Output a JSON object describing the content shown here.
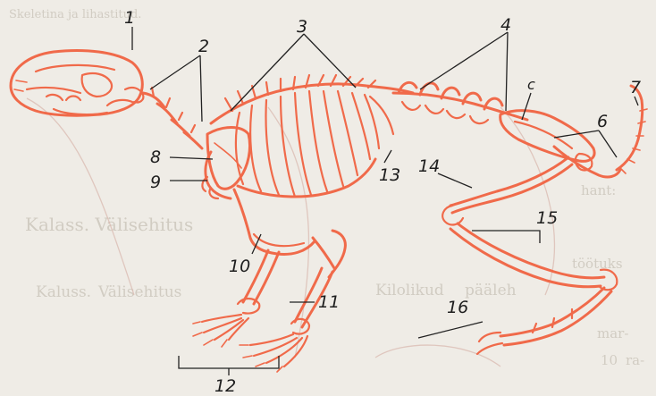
{
  "diagram": {
    "labels": {
      "n1": "1",
      "n2": "2",
      "n3": "3",
      "n4": "4",
      "n5": "c",
      "n6": "6",
      "n7": "7",
      "n8": "8",
      "n9": "9",
      "n10": "10",
      "n11": "11",
      "n12": "12",
      "n13": "13",
      "n14": "14",
      "n15": "15",
      "n16": "16"
    }
  },
  "show_through_text": {
    "top_line": "Skeletina ja lihastitud.",
    "heading": "Kalass. Välisehitus",
    "body_words": [
      "Kaluss.",
      "Välisehitus",
      "Kilolikud",
      "pääleh",
      "töötuks",
      "hant:",
      "mar-",
      "10",
      "ra-"
    ]
  },
  "colors": {
    "bone": "#f06a4a",
    "ink": "#1e1e1e",
    "paper": "#efece6"
  }
}
